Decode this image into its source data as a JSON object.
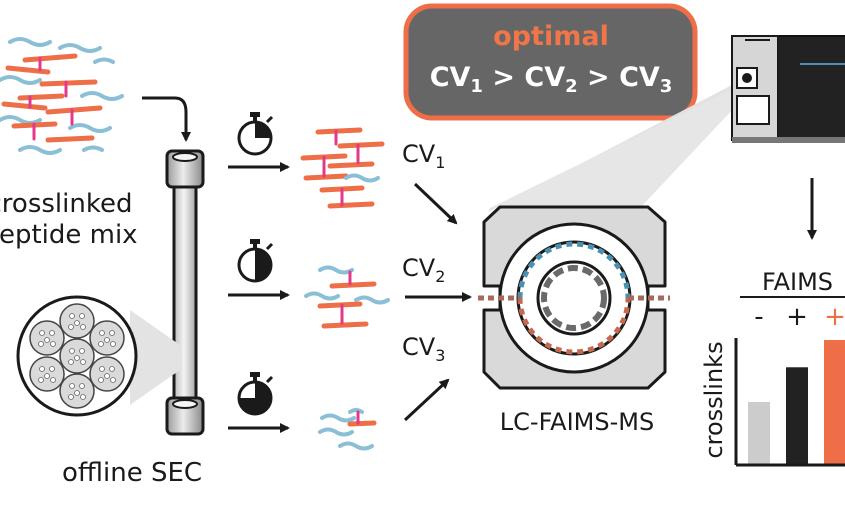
{
  "optimal_box": {
    "title": "optimal",
    "cv_prefix": "CV",
    "sub1": "1",
    "sub2": "2",
    "sub3": "3",
    "gt": " > ",
    "title_color": "#f07548",
    "bg_color": "#666666",
    "border_color": "#ee6e48"
  },
  "left": {
    "sample_label_line1": "crosslinked",
    "sample_label_line2": "peptide mix",
    "sec_label": "offline SEC"
  },
  "fractions": [
    {
      "cv": "CV",
      "sub": "1",
      "timer_fill": 0.25
    },
    {
      "cv": "CV",
      "sub": "2",
      "timer_fill": 0.5
    },
    {
      "cv": "CV",
      "sub": "3",
      "timer_fill": 0.75
    }
  ],
  "center_label": "LC-FAIMS-MS",
  "chart_data": {
    "type": "bar",
    "header": "FAIMS",
    "categories": [
      "-",
      "+",
      "+"
    ],
    "values": [
      0.5,
      0.78,
      1.0
    ],
    "colors": [
      "#cccccc",
      "#222222",
      "#ee6e48"
    ],
    "ylabel": "crosslinks"
  },
  "colors": {
    "orange": "#ee6e48",
    "blue": "#8bbfd6",
    "magenta": "#e23a8a",
    "dark": "#1a1a1a",
    "gray": "#cfcfcf"
  }
}
